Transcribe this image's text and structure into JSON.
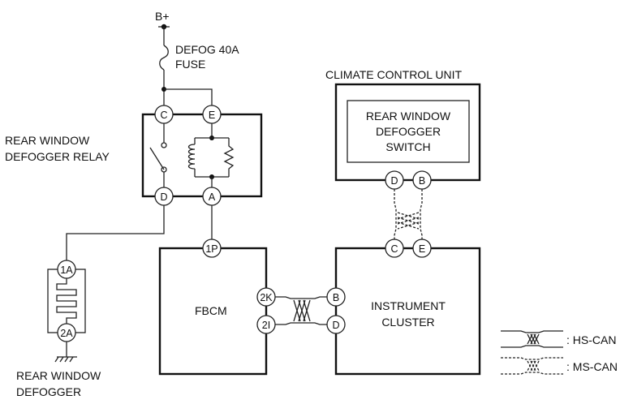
{
  "power": {
    "label": "B+"
  },
  "fuse": {
    "label_line1": "DEFOG 40A",
    "label_line2": "FUSE"
  },
  "relay": {
    "label_line1": "REAR WINDOW",
    "label_line2": "DEFOGGER RELAY",
    "pins": {
      "c": "C",
      "e": "E",
      "d": "D",
      "a": "A"
    }
  },
  "climate_control": {
    "title": "CLIMATE CONTROL UNIT",
    "switch_line1": "REAR WINDOW",
    "switch_line2": "DEFOGGER",
    "switch_line3": "SWITCH",
    "pins": {
      "d": "D",
      "b": "B"
    }
  },
  "fbcm": {
    "label": "FBCM",
    "pins": {
      "p1": "1P",
      "k2": "2K",
      "i2": "2I"
    }
  },
  "instrument_cluster": {
    "label_line1": "INSTRUMENT",
    "label_line2": "CLUSTER",
    "pins": {
      "c": "C",
      "e": "E",
      "b": "B",
      "d": "D"
    }
  },
  "defogger": {
    "label_line1": "REAR WINDOW",
    "label_line2": "DEFOGGER",
    "pins": {
      "a1": "1A",
      "a2": "2A"
    }
  },
  "legend": {
    "hs_can": ": HS-CAN",
    "ms_can": ": MS-CAN"
  }
}
